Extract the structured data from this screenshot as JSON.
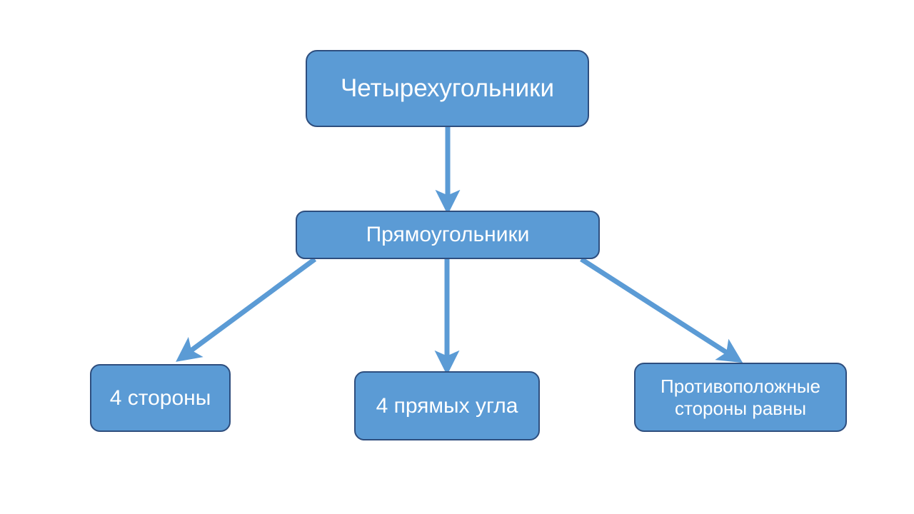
{
  "slide": {
    "background_color": "#FFFFFF",
    "node_fill_color": "#5B9BD5",
    "node_border_color": "#2E4E7E",
    "node_text_color": "#FFFFFF",
    "connector_color": "#5B9BD5"
  },
  "diagram": {
    "type": "hierarchy-flowchart",
    "nodes": [
      {
        "id": "root",
        "level": 1,
        "label": "Четырехугольники"
      },
      {
        "id": "rectangles",
        "level": 2,
        "label": "Прямоугольники"
      },
      {
        "id": "sides",
        "level": 3,
        "label": "4 стороны"
      },
      {
        "id": "angles",
        "level": 3,
        "label": "4 прямых угла"
      },
      {
        "id": "opposite",
        "level": 3,
        "label": "Противоположные\nстороны равны"
      }
    ],
    "connectors": [
      {
        "id": "root-to-rectangles",
        "from": "root",
        "to": "rectangles",
        "style": "straight-down-arrow"
      },
      {
        "id": "rectangles-to-sides",
        "from": "rectangles",
        "to": "sides",
        "style": "diagonal-down-left-arrow"
      },
      {
        "id": "rectangles-to-angles",
        "from": "rectangles",
        "to": "angles",
        "style": "straight-down-arrow"
      },
      {
        "id": "rectangles-to-opposite",
        "from": "rectangles",
        "to": "opposite",
        "style": "diagonal-down-right-arrow"
      }
    ]
  }
}
